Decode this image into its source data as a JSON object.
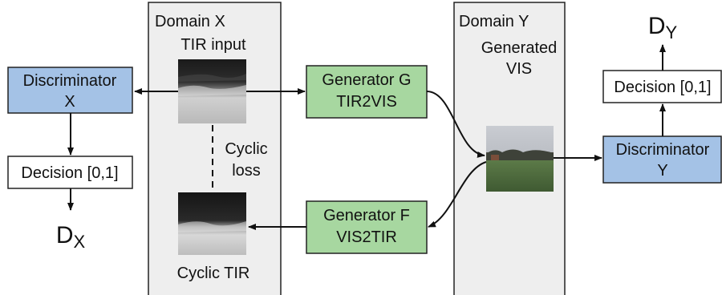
{
  "domains": {
    "x": {
      "title": "Domain X",
      "input_label": "TIR input",
      "cyclic_label": "Cyclic TIR"
    },
    "y": {
      "title": "Domain Y",
      "generated_line1": "Generated",
      "generated_line2": "VIS"
    }
  },
  "generators": {
    "g": {
      "line1": "Generator G",
      "line2": "TIR2VIS"
    },
    "f": {
      "line1": "Generator F",
      "line2": "VIS2TIR"
    }
  },
  "discriminators": {
    "x": {
      "line1": "Discriminator",
      "line2": "X"
    },
    "y": {
      "line1": "Discriminator",
      "line2": "Y"
    }
  },
  "decisions": {
    "x": "Decision [0,1]",
    "y": "Decision [0,1]"
  },
  "outputs": {
    "dx": {
      "main": "D",
      "sub": "X"
    },
    "dy": {
      "main": "D",
      "sub": "Y"
    }
  },
  "cyclic_loss": {
    "line1": "Cyclic",
    "line2": "loss"
  },
  "colors": {
    "discriminator_fill": "#a4c2e6",
    "generator_fill": "#a7d7a0",
    "domain_panel_fill": "#eeeeee",
    "stroke": "#222222"
  }
}
